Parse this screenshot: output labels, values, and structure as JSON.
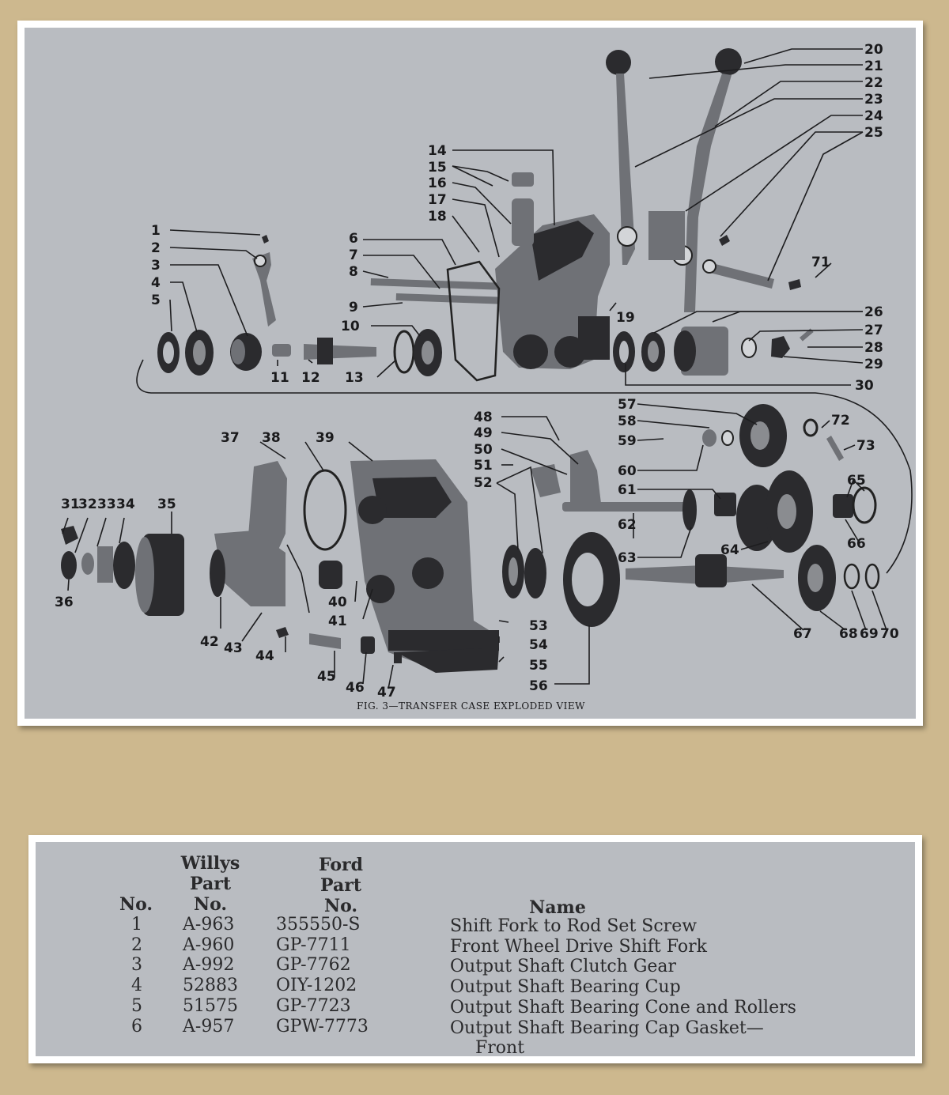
{
  "diagram": {
    "caption": "FIG. 3—TRANSFER CASE EXPLODED VIEW",
    "callouts": [
      "1",
      "2",
      "3",
      "4",
      "5",
      "6",
      "7",
      "8",
      "9",
      "10",
      "11",
      "12",
      "13",
      "14",
      "15",
      "16",
      "17",
      "18",
      "19",
      "20",
      "21",
      "22",
      "23",
      "24",
      "25",
      "26",
      "27",
      "28",
      "29",
      "30",
      "31",
      "32",
      "33",
      "34",
      "35",
      "36",
      "37",
      "38",
      "39",
      "40",
      "41",
      "42",
      "43",
      "44",
      "45",
      "46",
      "47",
      "48",
      "49",
      "50",
      "51",
      "52",
      "53",
      "54",
      "55",
      "56",
      "57",
      "58",
      "59",
      "60",
      "61",
      "62",
      "63",
      "64",
      "65",
      "66",
      "67",
      "68",
      "69",
      "70",
      "71",
      "72",
      "73"
    ]
  },
  "table": {
    "headers": {
      "no": "No.",
      "willys": [
        "Willys",
        "Part",
        "No."
      ],
      "ford": [
        "Ford",
        "Part",
        "No."
      ],
      "name": "Name"
    },
    "rows": [
      {
        "no": "1",
        "willys": "A-963",
        "ford": "355550-S",
        "name": "Shift Fork to Rod Set Screw"
      },
      {
        "no": "2",
        "willys": "A-960",
        "ford": "GP-7711",
        "name": "Front Wheel Drive Shift Fork"
      },
      {
        "no": "3",
        "willys": "A-992",
        "ford": "GP-7762",
        "name": "Output Shaft Clutch Gear"
      },
      {
        "no": "4",
        "willys": "52883",
        "ford": "OIY-1202",
        "name": "Output Shaft Bearing Cup"
      },
      {
        "no": "5",
        "willys": "51575",
        "ford": "GP-7723",
        "name": "Output Shaft Bearing Cone and Rollers"
      },
      {
        "no": "6",
        "willys": "A-957",
        "ford": "GPW-7773",
        "name": "Output Shaft Bearing Cap Gasket—",
        "name_cont": "Front"
      }
    ]
  }
}
